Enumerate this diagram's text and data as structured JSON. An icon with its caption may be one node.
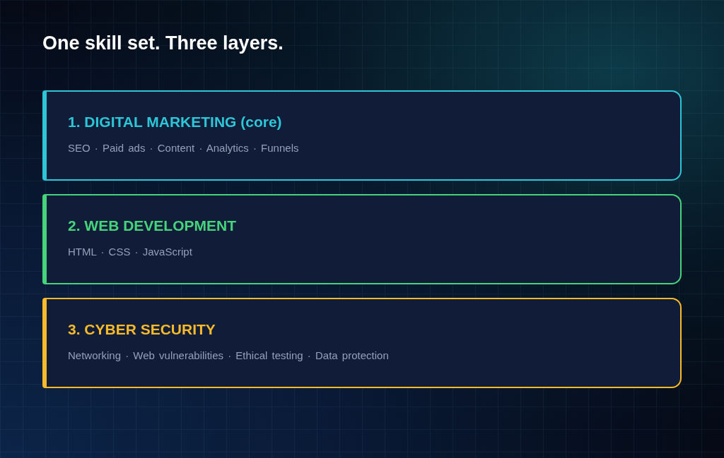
{
  "diagram": {
    "title": "One skill set. Three layers.",
    "nodes": [
      {
        "text": [
          "1. DIGITAL MARKETING (core)",
          "SEO · Paid ads · Content · Analytics · Funnels"
        ]
      },
      {
        "text": [
          "2. WEB DEVELOPMENT",
          "HTML · CSS · JavaScript"
        ]
      },
      {
        "text": [
          "3. CYBER SECURITY",
          "Networking · Web vulnerabilities · Ethical testing · Data protection"
        ]
      }
    ]
  }
}
